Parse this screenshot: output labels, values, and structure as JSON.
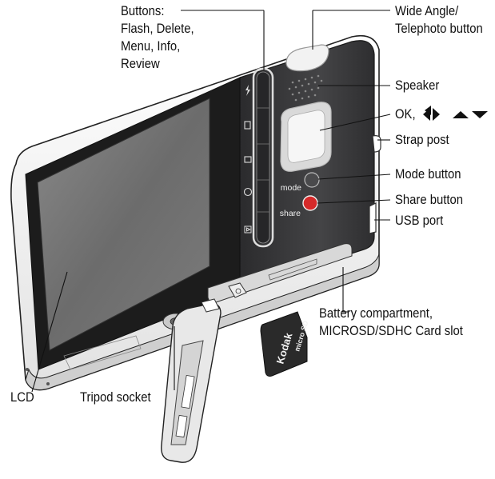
{
  "labels": {
    "buttons": {
      "line1": "Buttons:",
      "line2": "Flash, Delete,",
      "line3": "Menu, Info,",
      "line4": "Review"
    },
    "wide_angle": {
      "line1": "Wide Angle/",
      "line2": "Telephoto button"
    },
    "speaker": "Speaker",
    "ok": "OK,",
    "strap_post": "Strap post",
    "mode_button": "Mode button",
    "share_button": "Share button",
    "usb_port": "USB port",
    "battery": {
      "line1": "Battery compartment,",
      "line2": "MICROSD/SDHC Card slot"
    },
    "lcd": "LCD",
    "tripod": "Tripod socket"
  },
  "camera": {
    "mode_text": "mode",
    "share_text": "share",
    "card_brand": "Kodak",
    "card_type": "micro SD"
  },
  "colors": {
    "body_dark": "#3a3a3c",
    "shell_white": "#f4f4f4",
    "screen": "#6e6e6e",
    "share_red": "#d62a2a"
  },
  "icons": [
    "flash-icon",
    "delete-icon",
    "menu-icon",
    "info-icon",
    "review-icon",
    "left-arrow-icon",
    "right-arrow-icon",
    "up-arrow-icon",
    "down-arrow-icon"
  ]
}
